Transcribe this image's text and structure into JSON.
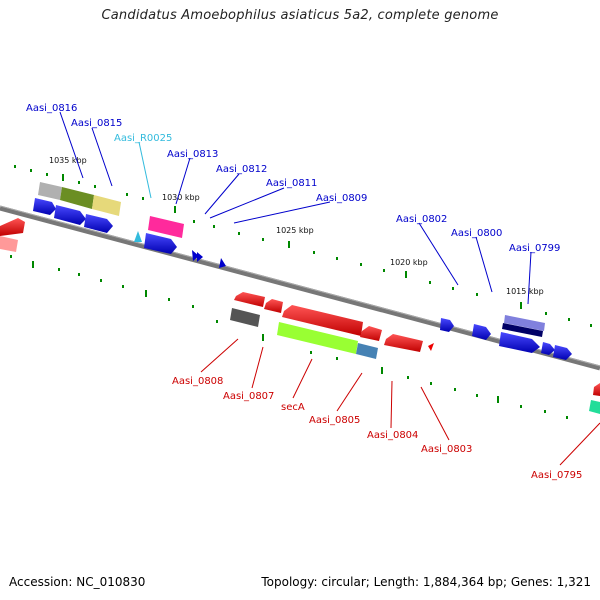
{
  "title": "Candidatus Amoebophilus asiaticus 5a2, complete genome",
  "footer": {
    "accession": "Accession: NC_010830",
    "topology": "Topology: circular; Length: 1,884,364 bp; Genes: 1,321"
  },
  "colors": {
    "backbone": "#808080",
    "label_blue": "#0000cc",
    "label_red": "#cc0000",
    "label_cyan": "#33bbdd",
    "tick_green": "#008800"
  },
  "scale": {
    "labels": [
      "1035 kbp",
      "1030 kbp",
      "1025 kbp",
      "1020 kbp",
      "1015 kbp"
    ]
  },
  "genes_top": [
    {
      "name": "Aasi_0816",
      "color": "#0000cc"
    },
    {
      "name": "Aasi_0815",
      "color": "#0000cc"
    },
    {
      "name": "Aasi_R0025",
      "color": "#33bbdd"
    },
    {
      "name": "Aasi_0813",
      "color": "#0000cc"
    },
    {
      "name": "Aasi_0812",
      "color": "#0000cc"
    },
    {
      "name": "Aasi_0811",
      "color": "#0000cc"
    },
    {
      "name": "Aasi_0809",
      "color": "#0000cc"
    },
    {
      "name": "Aasi_0802",
      "color": "#0000cc"
    },
    {
      "name": "Aasi_0800",
      "color": "#0000cc"
    },
    {
      "name": "Aasi_0799",
      "color": "#0000cc"
    }
  ],
  "genes_bottom": [
    {
      "name": "Aasi_0808",
      "color": "#cc0000"
    },
    {
      "name": "Aasi_0807",
      "color": "#cc0000"
    },
    {
      "name": "secA",
      "color": "#cc0000"
    },
    {
      "name": "Aasi_0805",
      "color": "#cc0000"
    },
    {
      "name": "Aasi_0804",
      "color": "#cc0000"
    },
    {
      "name": "Aasi_0803",
      "color": "#cc0000"
    },
    {
      "name": "Aasi_0795",
      "color": "#cc0000"
    }
  ]
}
